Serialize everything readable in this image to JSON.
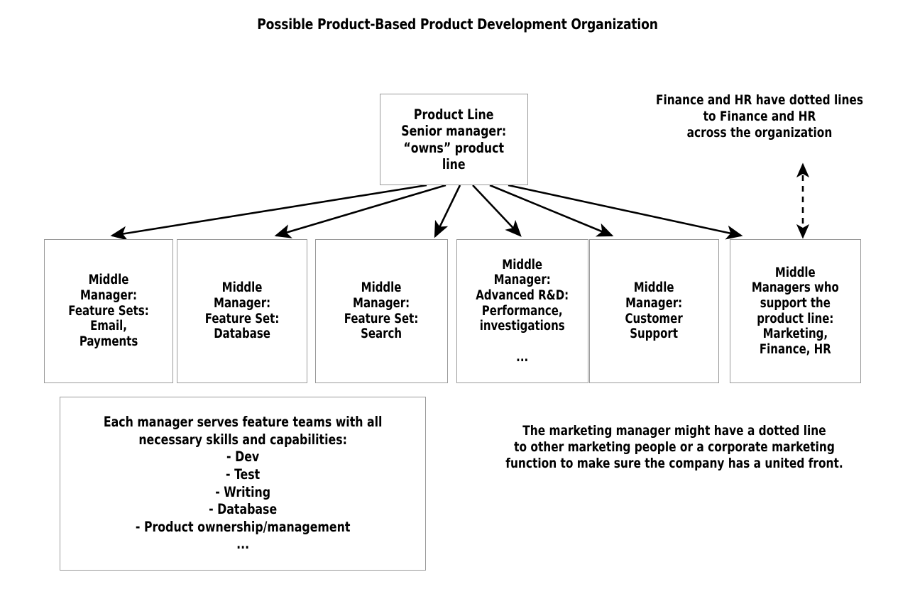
{
  "title": "Possible Product-Based Product Development Organization",
  "root": {
    "label": "Product Line\nSenior manager:\n“owns” product\nline"
  },
  "middle_managers": [
    {
      "name": "middle-manager-feature-sets-email-payments",
      "label": "Middle\nManager:\nFeature Sets:\nEmail,\nPayments"
    },
    {
      "name": "middle-manager-feature-set-database",
      "label": "Middle\nManager:\nFeature Set:\nDatabase"
    },
    {
      "name": "middle-manager-feature-set-search",
      "label": "Middle\nManager:\nFeature Set:\nSearch"
    },
    {
      "name": "middle-manager-advanced-rd",
      "label": "Middle\nManager:\nAdvanced R&D:\nPerformance,\ninvestigations\n\n..."
    },
    {
      "name": "middle-manager-customer-support",
      "label": "Middle\nManager:\nCustomer\nSupport"
    },
    {
      "name": "middle-managers-supporting-product-line",
      "label": "Middle\nManagers who\nsupport the\nproduct line:\nMarketing,\nFinance, HR"
    }
  ],
  "team_note": {
    "label": "Each manager serves feature teams with all\nnecessary skills and capabilities:\n- Dev\n- Test\n- Writing\n- Database\n- Product ownership/management\n..."
  },
  "annotations": {
    "finance_hr": "Finance and HR have dotted lines\nto Finance and HR\nacross the organization",
    "marketing": "The marketing manager might have a dotted line\nto other marketing people or a corporate marketing\nfunction to make sure the company has a united front."
  },
  "colors": {
    "box_border": "#9a9a9a",
    "edge": "#000000",
    "text": "#000000",
    "background": "#ffffff"
  },
  "edges": {
    "solid_arrow_count": 6,
    "dashed_double_arrow_label": "dotted-line-to-finance-and-hr"
  }
}
